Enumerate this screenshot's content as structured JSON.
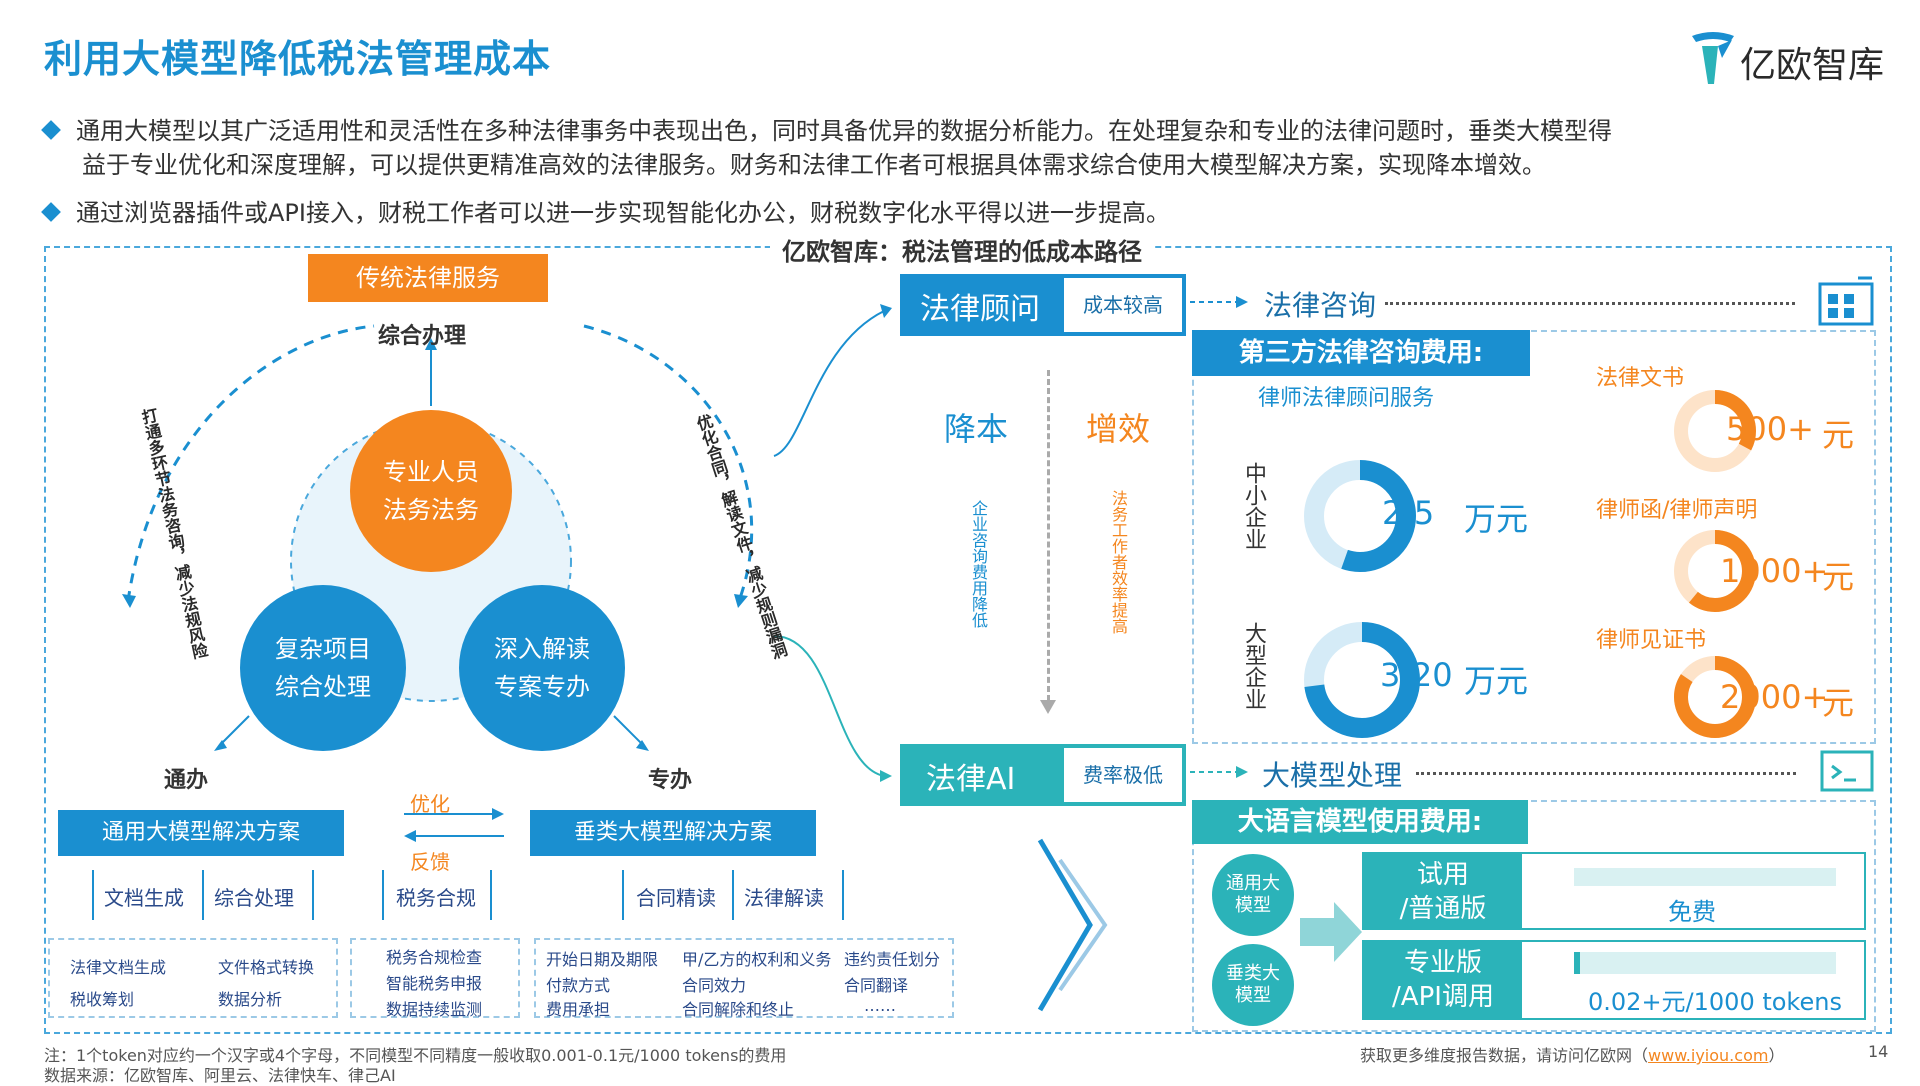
{
  "title": "利用大模型降低税法管理成本",
  "logo": {
    "name": "亿欧智库"
  },
  "bullets": [
    {
      "line1": "通用大模型以其广泛适用性和灵活性在多种法律事务中表现出色，同时具备优异的数据分析能力。在处理复杂和专业的法律问题时，垂类大模型得",
      "line2": "益于专业优化和深度理解，可以提供更精准高效的法律服务。财务和法律工作者可根据具体需求综合使用大模型解决方案，实现降本增效。"
    },
    {
      "line1": "通过浏览器插件或API接入，财税工作者可以进一步实现智能化办公，财税数字化水平得以进一步提高。"
    }
  ],
  "diagram": {
    "title": "亿欧智库：税法管理的低成本路径",
    "traditional": "传统法律服务",
    "comprehensive": "综合办理",
    "circles": {
      "top": [
        "专业人员",
        "法务法务"
      ],
      "left": [
        "复杂项目",
        "综合处理"
      ],
      "right": [
        "深入解读",
        "专案专办"
      ]
    },
    "arc_left": "打通多环节法务咨询，减少法规风险",
    "arc_right": "优化合同，解读文件，减少规则漏洞",
    "general_label": "通办",
    "special_label": "专办",
    "optimize": "优化",
    "feedback": "反馈",
    "general_solution": "通用大模型解决方案",
    "vertical_solution": "垂类大模型解决方案",
    "general_sub": [
      "文档生成",
      "综合处理"
    ],
    "tax_compliance": "税务合规",
    "vertical_sub": [
      "合同精读",
      "法律解读"
    ],
    "box1": [
      "法律文档生成",
      "文件格式转换",
      "税收筹划",
      "数据分析"
    ],
    "box2": [
      "税务合规检查",
      "智能税务申报",
      "数据持续监测"
    ],
    "box3": [
      "开始日期及期限",
      "甲/乙方的权利和义务",
      "违约责任划分",
      "付款方式",
      "合同效力",
      "合同翻译",
      "费用承担",
      "合同解除和终止",
      "……"
    ]
  },
  "right": {
    "legal_advisor": "法律顾问",
    "high_cost": "成本较高",
    "legal_consult": "法律咨询",
    "cost_down": "降本",
    "efficiency": "增效",
    "cost_down_desc": "企业咨询费用降低",
    "efficiency_desc": "法务工作者效率提高",
    "third_party": "第三方法律咨询费用:",
    "lawyer_service": "律师法律顾问服务",
    "sme": "中小企业",
    "sme_val": "2-5",
    "sme_unit": "万元",
    "large": "大型企业",
    "large_val": "3-20",
    "large_unit": "万元",
    "doc": "法律文书",
    "doc_val": "500+",
    "letter": "律师函/律师声明",
    "letter_val": "1000+",
    "witness": "律师见证书",
    "witness_val": "2000+",
    "yuan": "元",
    "legal_ai": "法律AI",
    "low_rate": "费率极低",
    "llm_process": "大模型处理",
    "llm_cost": "大语言模型使用费用:",
    "general_model": "通用大模型",
    "vertical_model": "垂类大模型",
    "trial": [
      "试用",
      "/普通版"
    ],
    "free": "免费",
    "pro": [
      "专业版",
      "/API调用"
    ],
    "price": "0.02+元/1000 tokens"
  },
  "footer": {
    "note": "注：1个token对应约一个汉字或4个字母，不同模型不同精度一般收取0.001-0.1元/1000 tokens的费用",
    "source": "数据来源：亿欧智库、阿里云、法律快车、律己AI",
    "more": "获取更多维度报告数据，请访问亿欧网（",
    "url": "www.iyiou.com",
    "close": "）",
    "page": "14"
  },
  "colors": {
    "blue": "#1a8fd0",
    "orange": "#f4861f",
    "teal": "#2bb3b9"
  }
}
